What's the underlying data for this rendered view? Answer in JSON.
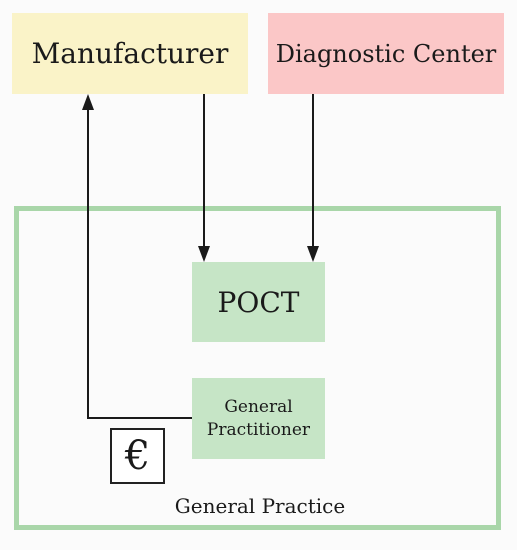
{
  "nodes": {
    "manufacturer": {
      "label": "Manufacturer"
    },
    "diagnostic_center": {
      "label": "Diagnostic Center"
    },
    "poct": {
      "label": "POCT"
    },
    "general_practitioner": {
      "label_line1": "General",
      "label_line2": "Practitioner"
    },
    "general_practice": {
      "label": "General Practice"
    }
  },
  "payment_symbol": "€",
  "colors": {
    "manufacturer_fill": "#faf3c8",
    "diagnostic_fill": "#fbc7c7",
    "practice_fill": "#c6e5c6",
    "practice_border": "#a9d6a9",
    "arrow": "#1a1a1a"
  },
  "edges": [
    {
      "from": "manufacturer",
      "to": "poct"
    },
    {
      "from": "diagnostic_center",
      "to": "poct"
    },
    {
      "from": "general_practitioner",
      "to": "manufacturer",
      "symbol": "€"
    }
  ]
}
